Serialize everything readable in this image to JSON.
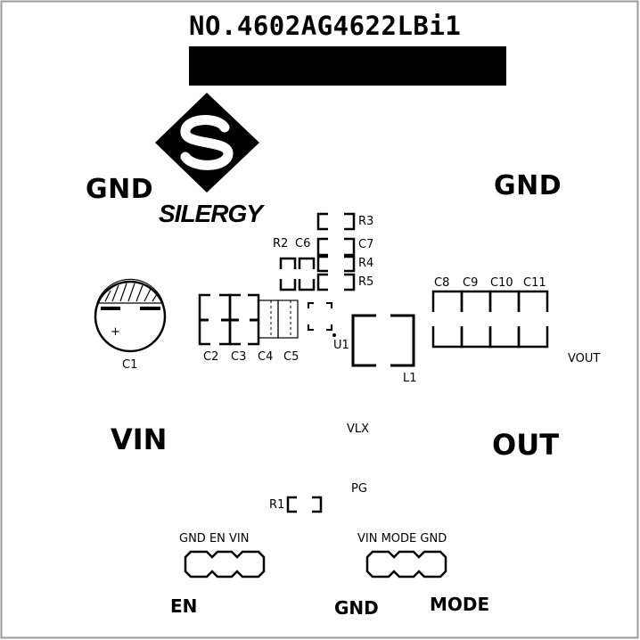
{
  "board": {
    "part_number": "NO.4602AG4622LBi1",
    "brand": "SILERGY"
  },
  "terminals": {
    "gnd_left": "GND",
    "gnd_right": "GND",
    "vin": "VIN",
    "out": "OUT",
    "en": "EN",
    "gnd_bottom": "GND",
    "mode": "MODE"
  },
  "components": {
    "c1": "C1",
    "c2": "C2",
    "c3": "C3",
    "c4": "C4",
    "c5": "C5",
    "c6": "C6",
    "c7": "C7",
    "c8": "C8",
    "c9": "C9",
    "c10": "C10",
    "c11": "C11",
    "r1": "R1",
    "r2": "R2",
    "r3": "R3",
    "r4": "R4",
    "r5": "R5",
    "u1": "U1",
    "l1": "L1",
    "c1_polarity": "+"
  },
  "nets": {
    "vout": "VOUT",
    "vlx": "VLX",
    "pg": "PG"
  },
  "headers": {
    "left_pins": "GND EN VIN",
    "right_pins": "VIN MODE GND"
  },
  "colors": {
    "ink": "#000000",
    "background": "#ffffff",
    "frame": "#9a9a9a"
  }
}
